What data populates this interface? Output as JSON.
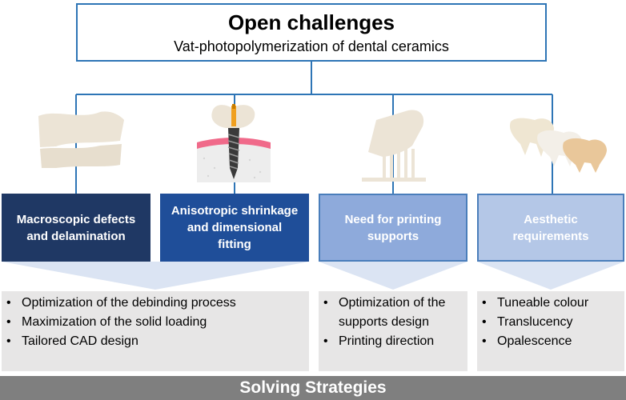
{
  "header": {
    "title": "Open challenges",
    "subtitle": "Vat-photopolymerization of dental ceramics"
  },
  "challenges": [
    {
      "line1": "Macroscopic defects",
      "line2": "and delamination",
      "line3": ""
    },
    {
      "line1": "Anisotropic shrinkage",
      "line2": "and dimensional",
      "line3": "fitting"
    },
    {
      "line1": "Need for printing",
      "line2": "supports",
      "line3": ""
    },
    {
      "line1": "Aesthetic",
      "line2": "requirements",
      "line3": ""
    }
  ],
  "strategies": {
    "group1": [
      "Optimization of the debinding process",
      "Maximization of the solid loading",
      "Tailored CAD design"
    ],
    "group2": [
      "Optimization of the supports design",
      "Printing direction"
    ],
    "group3": [
      "Tuneable colour",
      "Translucency",
      "Opalescence"
    ]
  },
  "footer": {
    "label": "Solving Strategies"
  },
  "colors": {
    "connector": "#2e75b6",
    "box1": "#1f3864",
    "box2": "#1f4e99",
    "box3": "#8eaadb",
    "box4": "#b4c7e7",
    "panel": "#e7e6e6",
    "footer": "#7f7f7f"
  },
  "icons": [
    "delaminated-block-icon",
    "dental-implant-icon",
    "printed-support-icon",
    "teeth-shades-icon"
  ]
}
